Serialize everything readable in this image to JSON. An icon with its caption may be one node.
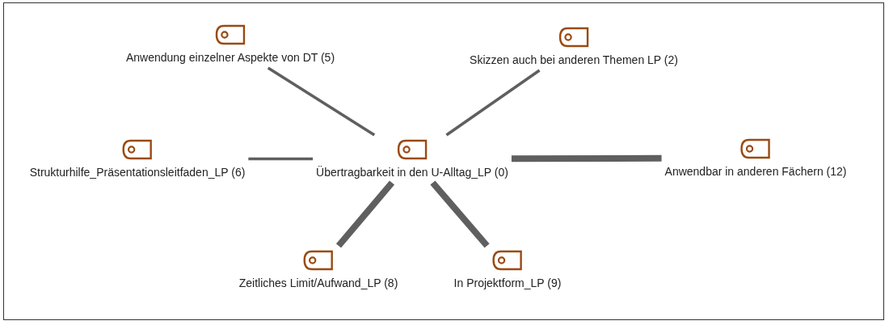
{
  "diagram": {
    "nodes": [
      {
        "text": [
          "Anwendung einzelner Aspekte von DT  (5)"
        ]
      },
      {
        "text": [
          "Skizzen auch bei anderen Themen LP (2)"
        ]
      },
      {
        "text": [
          "Strukturhilfe_Präsentationsleitfaden_LP (6)"
        ]
      },
      {
        "text": [
          "Übertragbarkeit in den U-Alltag_LP (0)"
        ]
      },
      {
        "text": [
          "Anwendbar in anderen Fächern (12)"
        ]
      },
      {
        "text": [
          "Zeitliches Limit/Aufwand_LP (8)"
        ]
      },
      {
        "text": [
          "In Projektform_LP (9)"
        ]
      }
    ],
    "edges": [
      {
        "from": 3,
        "to": 0,
        "arrow": "none"
      },
      {
        "from": 3,
        "to": 1,
        "arrow": "none"
      },
      {
        "from": 3,
        "to": 2,
        "arrow": "none"
      },
      {
        "from": 3,
        "to": 4,
        "arrow": "none",
        "style": "thick"
      },
      {
        "from": 3,
        "to": 5,
        "arrow": "none",
        "style": "thick"
      },
      {
        "from": 3,
        "to": 6,
        "arrow": "none",
        "style": "thick"
      }
    ]
  }
}
